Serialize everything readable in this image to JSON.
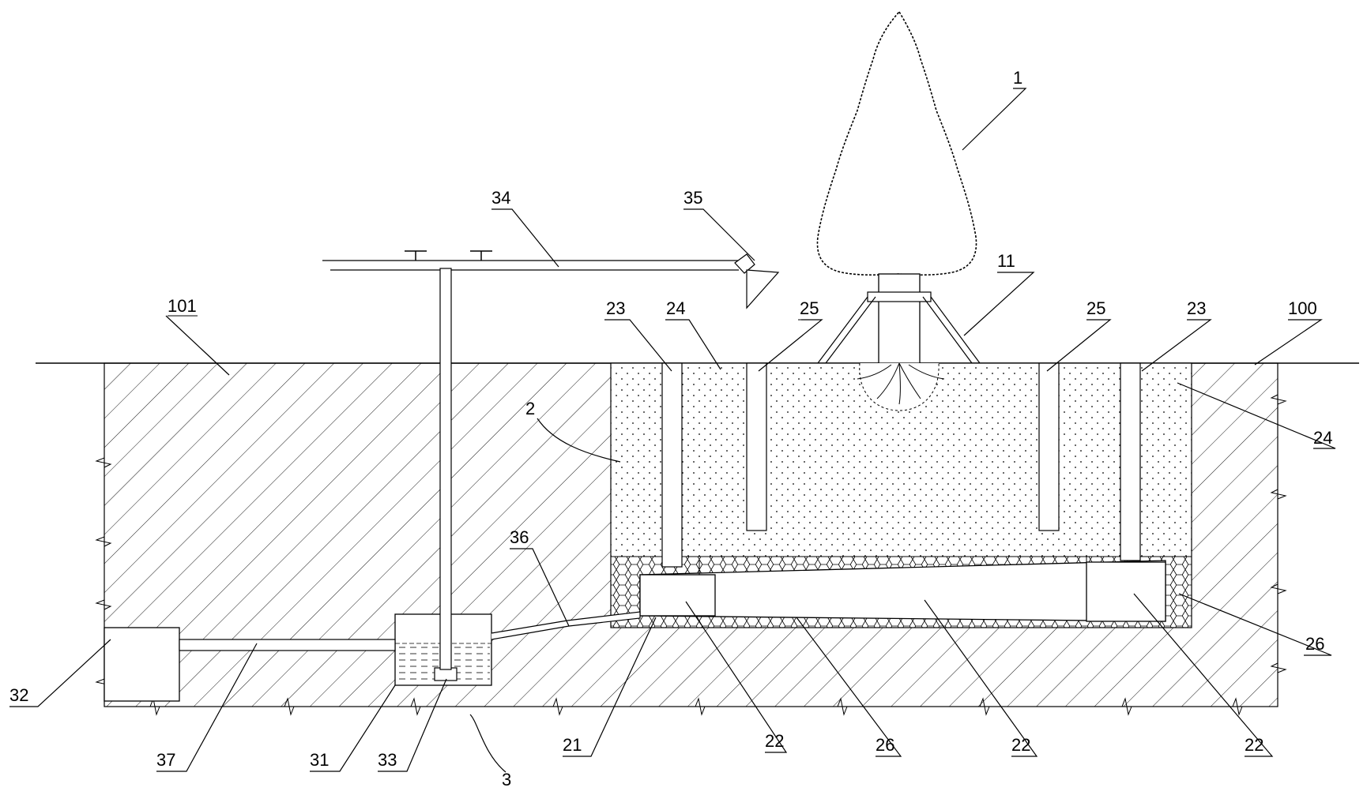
{
  "figure": {
    "line_color": "#000000",
    "background": "#ffffff",
    "fill_patterns": {
      "soil": "diagonal-hatch",
      "planting_fill": "stippled-dots",
      "gravel_layer": "hexagon-mesh",
      "water": "dashed-lines"
    }
  },
  "labels": {
    "l1": "1",
    "l11": "11",
    "l34": "34",
    "l35": "35",
    "l101": "101",
    "l23a": "23",
    "l24a": "24",
    "l25a": "25",
    "l25b": "25",
    "l23b": "23",
    "l100": "100",
    "l2": "2",
    "l24b": "24",
    "l36": "36",
    "l26a": "26",
    "l32": "32",
    "l37": "37",
    "l31": "31",
    "l33": "33",
    "l3": "3",
    "l21": "21",
    "l22a": "22",
    "l26b": "26",
    "l22b": "22",
    "l22c": "22"
  }
}
